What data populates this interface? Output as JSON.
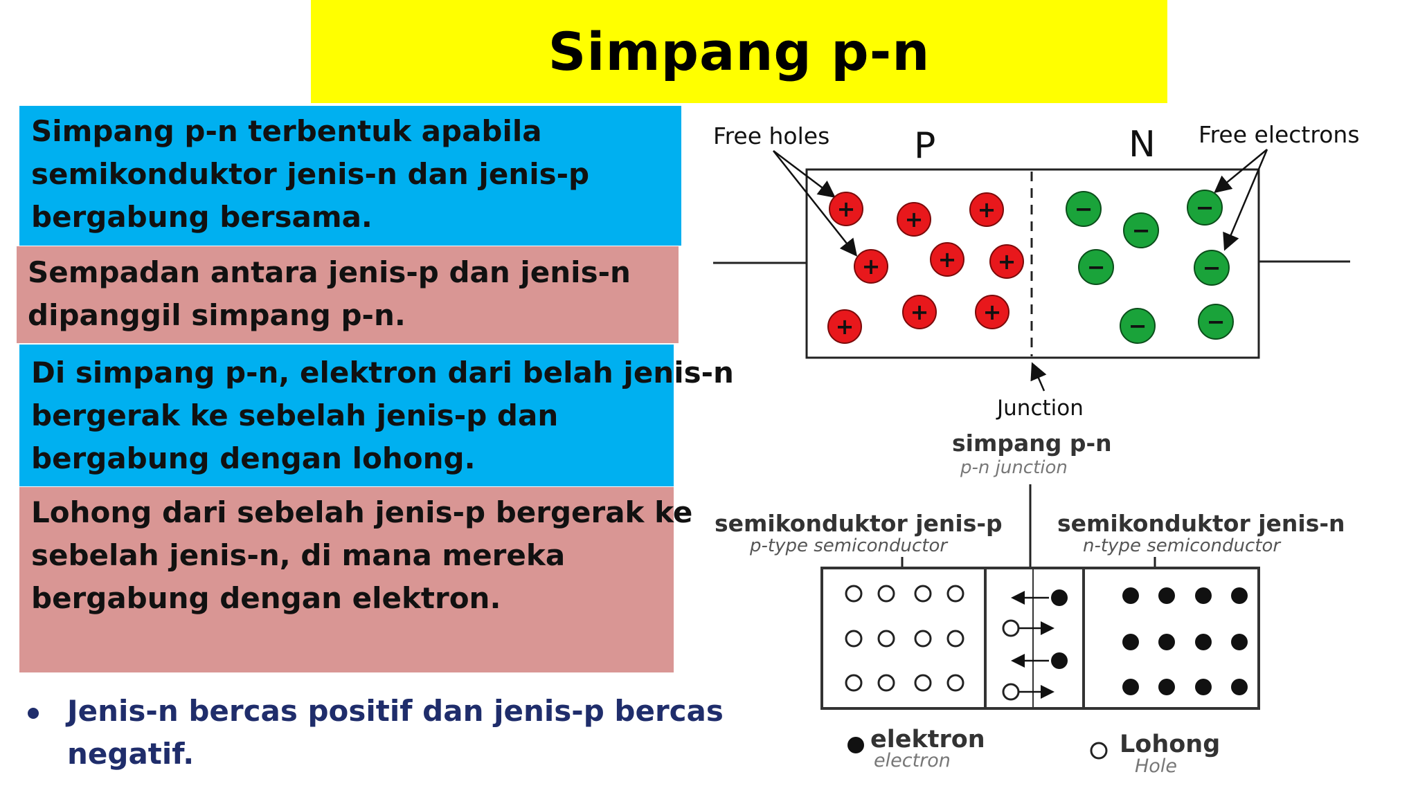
{
  "title": "Simpang p-n",
  "boxes": [
    {
      "color": "#00b0f0",
      "lines": [
        "Simpang p-n terbentuk apabila",
        "semikonduktor jenis-n dan jenis-p",
        "bergabung bersama."
      ]
    },
    {
      "color": "#d99694",
      "lines": [
        "Sempadan antara jenis-p dan jenis-n",
        "dipanggil simpang p-n."
      ]
    },
    {
      "color": "#00b0f0",
      "lines": [
        "Di simpang p-n, elektron dari belah jenis-n",
        "bergerak ke sebelah jenis-p dan",
        "bergabung dengan lohong."
      ]
    },
    {
      "color": "#d99694",
      "lines": [
        "Lohong dari sebelah jenis-p bergerak ke",
        "sebelah jenis-n, di mana mereka",
        "bergabung dengan elektron."
      ]
    }
  ],
  "bullet": {
    "lines": [
      "Jenis-n bercas positif dan jenis-p bercas",
      "negatif."
    ]
  },
  "diagram_top": {
    "free_holes": "Free holes",
    "p_label": "P",
    "n_label": "N",
    "free_electrons": "Free electrons",
    "junction": "Junction",
    "plus_sign": "+",
    "minus_sign": "−"
  },
  "diagram_bottom": {
    "simpang_label": "simpang p-n",
    "simpang_label_en": "p-n junction",
    "p_type_label": "semikonduktor jenis-p",
    "p_type_label_en": "p-type semiconductor",
    "n_type_label": "semikonduktor jenis-n",
    "n_type_label_en": "n-type semiconductor",
    "elektron_label": "elektron",
    "elektron_label_en": "electron",
    "lohong_label": "Lohong",
    "lohong_label_en": "Hole"
  },
  "colors": {
    "title_bg": "#ffff00",
    "blue_box": "#00b0f0",
    "pink_box": "#d99694",
    "bullet_text": "#1f2d6b",
    "hole_red": "#e8181c",
    "electron_green": "#1aa33a"
  }
}
